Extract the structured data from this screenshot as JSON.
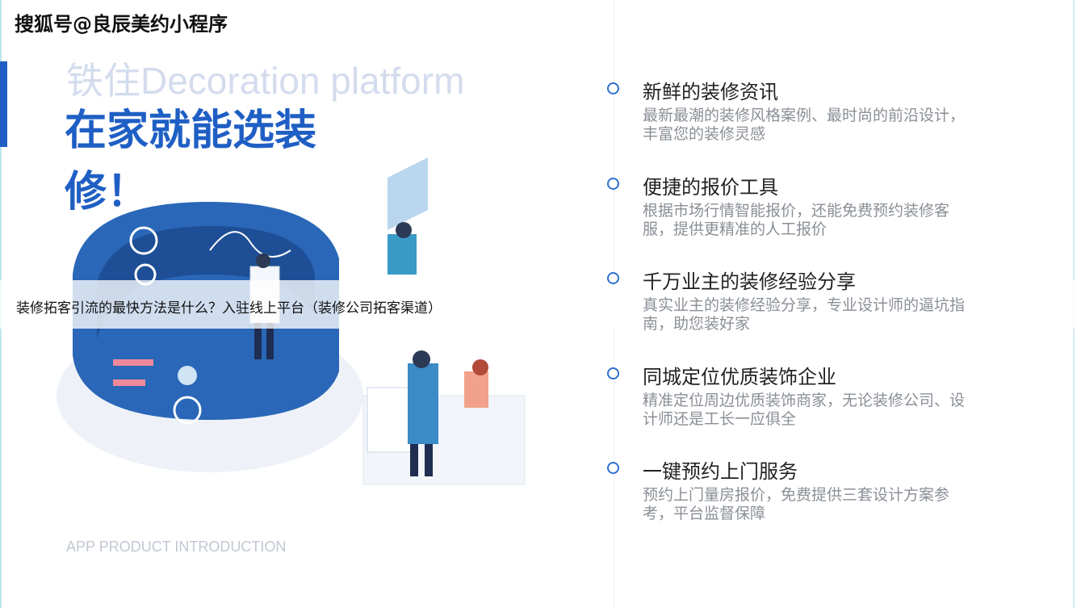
{
  "watermark": "搜狐号@良辰美约小程序",
  "hero": {
    "subtitle": "铁住Decoration platform",
    "headline": "在家就能选装修！",
    "footer": "APP PRODUCT INTRODUCTION"
  },
  "features": [
    {
      "title": "新鲜的装修资讯",
      "desc": "最新最潮的装修风格案例、最时尚的前沿设计，丰富您的装修灵感"
    },
    {
      "title": "便捷的报价工具",
      "desc": "根据市场行情智能报价，还能免费预约装修客服，提供更精准的人工报价"
    },
    {
      "title": "千万业主的装修经验分享",
      "desc": "真实业主的装修经验分享，专业设计师的逼坑指南，助您装好家"
    },
    {
      "title": "同城定位优质装饰企业",
      "desc": "精准定位周边优质装饰商家，无论装修公司、设计师还是工长一应俱全"
    },
    {
      "title": "一键预约上门服务",
      "desc": "预约上门量房报价，免费提供三套设计方案参考，平台监督保障"
    }
  ],
  "caption": "装修拓客引流的最快方法是什么？入驻线上平台（装修公司拓客渠道）",
  "colors": {
    "accent": "#1f5fc4",
    "subtitle": "#d3dced"
  }
}
